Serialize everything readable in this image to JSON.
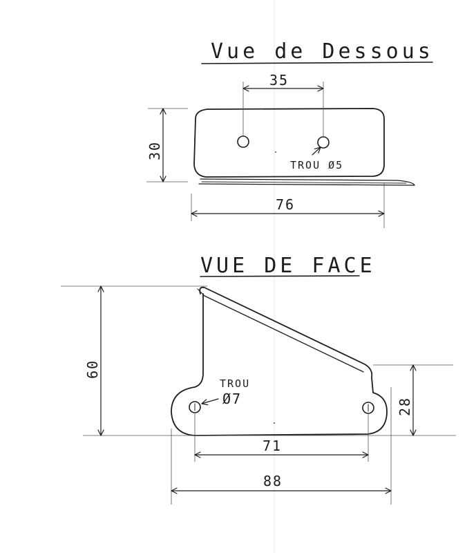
{
  "views": {
    "bottom": {
      "title": "Vue de Dessous",
      "hole_spacing": "35",
      "height": "30",
      "width": "76",
      "hole_note": "TROU Ø5"
    },
    "front": {
      "title": "VUE DE FACE",
      "height": "60",
      "hole_note_line1": "TROU",
      "hole_note_line2": "Ø7",
      "hole_height": "28",
      "hole_spacing": "71",
      "width": "88"
    }
  },
  "colors": {
    "ink": "#1c1c1c",
    "paper": "#ffffff"
  }
}
